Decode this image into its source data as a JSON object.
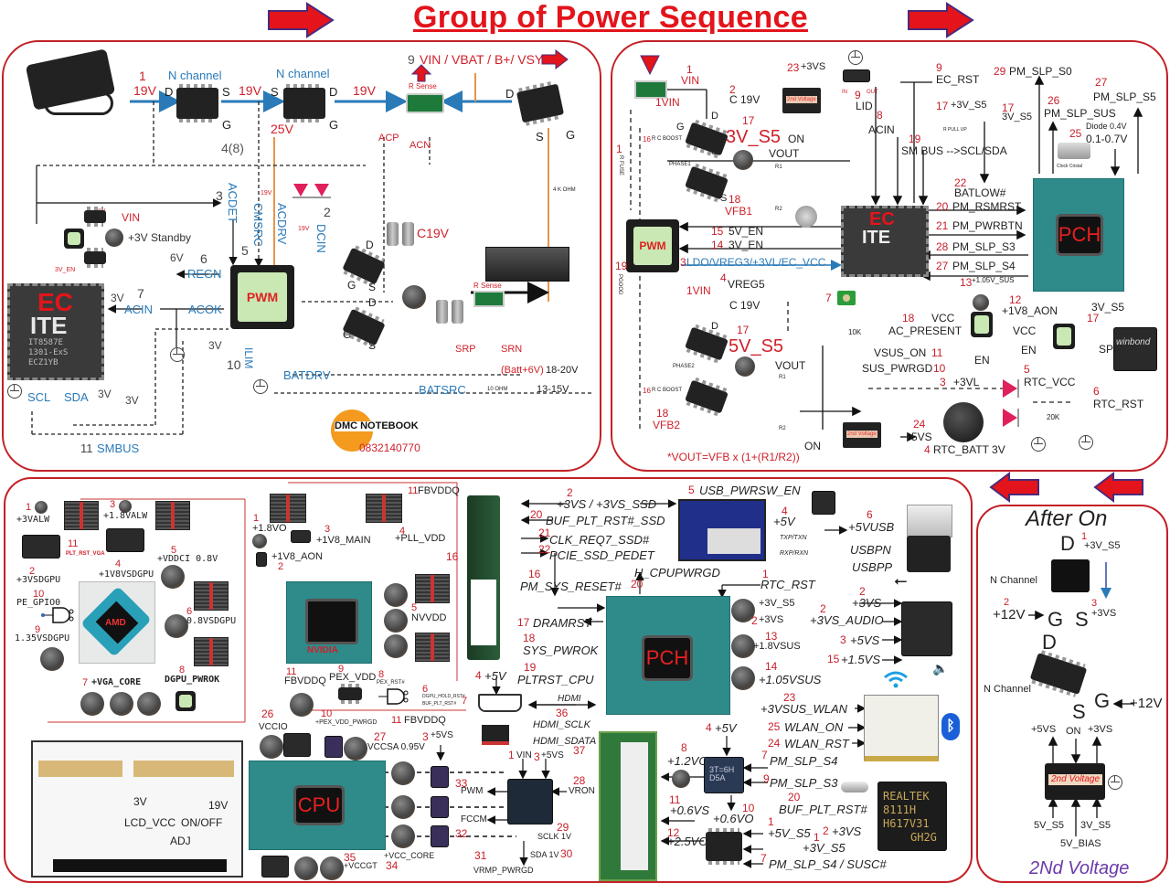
{
  "title": "Group of Power Sequence",
  "colors": {
    "accent_red": "#e3141b",
    "panel_border": "#c32026",
    "label_blue": "#2a7ab8",
    "step_number_red": "#c8202a"
  },
  "panel1": {
    "name": "charger-section",
    "adapter_voltage": "19V",
    "step1": "1",
    "mosfet1": {
      "type": "N channel",
      "pins": [
        "D",
        "S",
        "G"
      ]
    },
    "mosfet2": {
      "type": "N channel",
      "pins": [
        "S",
        "D",
        "G"
      ]
    },
    "between_voltage": "19V",
    "after_voltage": "19V",
    "gate_voltage": "25V",
    "gate_step": "4(8)",
    "vsys_step": "9",
    "vsys_label": "VIN / VBAT / B+/ VSYS",
    "rsense_label": "R Sense",
    "acp": "ACP",
    "acn": "ACN",
    "acdet_step": "3",
    "acdet": "ACDET",
    "cmsrc": "CMSRC",
    "cmsrc_v": "19V",
    "acdrv": "ACDRV",
    "dcin_step": "2",
    "dcin": "DCIN",
    "dcin_v": "19V",
    "c19v": "C19V",
    "res_4k": "4 K OHM",
    "vin_small": "VIN",
    "vin": "VIN",
    "standby": "+3V Standby",
    "en3v": "3V_EN",
    "pwm_step": "5",
    "pwm_label": "PWM",
    "regn_step": "6",
    "regn_v": "6V",
    "regn": "REGN",
    "acin_step": "7",
    "acin_v": "3V",
    "acin": "ACIN",
    "acok": "ACOK",
    "ec_label": "EC",
    "ec_brand": "ITE",
    "ec_part": [
      "IT8587E",
      "1301-ExS",
      "ECZ1YB"
    ],
    "ilim_v": "3V",
    "ilim_step": "10",
    "ilim": "ILIM",
    "batdrv": "BATDRV",
    "batsrc": "BATSRC",
    "res_10": "10 OHM",
    "batt_v1_label": "(Batt+6V)",
    "batt_v1": "18-20V",
    "batt_v2": "13-15V",
    "rsense2": "R Sense",
    "srp": "SRP",
    "srn": "SRN",
    "scl": "SCL",
    "sda": "SDA",
    "pull_v1": "3V",
    "pull_v2": "3V",
    "smbus_step": "11",
    "smbus": "SMBUS",
    "logo_text": "DMC NOTEBOOK",
    "logo_phone": "0832140770"
  },
  "panel2": {
    "name": "standby-section",
    "vin_step": "1",
    "vin": "VIN",
    "vin1": "1VIN",
    "c19v_step": "2",
    "c19v": "C 19V",
    "rfuse_step": "1",
    "rfuse": "R FUSE",
    "rcboost1_step": "16",
    "rcboost": "R C BOOST",
    "phase1": "PHASE1",
    "s5_3v_step": "17",
    "s5_3v": "3V_S5",
    "vout": "VOUT",
    "on": "ON",
    "vs3_step": "23",
    "vs3": "+3VS",
    "second_voltage": "2nd Voltage",
    "vfb1_step": "18",
    "vfb1": "VFB1",
    "en5v_step": "15",
    "en5v": "5V_EN",
    "en3v_step": "14",
    "en3v": "3V_EN",
    "ldo_step": "3",
    "ldo": "LDO/VREG3/+3VL/EC_VCC",
    "pgood_step": "19",
    "pgood": "PGOOD",
    "vreg5_step": "4",
    "vreg5": "VREG5",
    "vin2": "1VIN",
    "c19v2": "C 19V",
    "s5_5v_step": "17",
    "s5_5v": "5V_S5",
    "phase2": "PHASE2",
    "rcboost2_step": "16",
    "vfb2_step": "18",
    "vfb2": "VFB2",
    "vout2": "VOUT",
    "r1": "R1",
    "r2": "R2",
    "formula": "*VOUT=VFB x (1+(R1/R2))",
    "on2": "ON",
    "vs5_step": "24",
    "vs5": "+5VS",
    "lid_step": "9",
    "lid": "LID",
    "lid_in": "IN",
    "lid_out": "OUT",
    "acin_step": "8",
    "acin": "ACIN",
    "ecrst_step": "9",
    "ecrst": "EC_RST",
    "smbus_step": "19",
    "smbus": "SM BUS -->SCL/SDA",
    "pull3v_step": "17",
    "pull3v": "+3V_S5",
    "pullup": "R PULL UP",
    "s5b_step": "17",
    "s5b": "3V_S5",
    "slps0_step": "29",
    "slps0": "PM_SLP_S0",
    "slpsus_step": "26",
    "slpsus": "PM_SLP_SUS",
    "slps5_step": "27",
    "slps5": "PM_SLP_S5",
    "diode": "Diode 0.4V",
    "crystal_step": "25",
    "crystal_v": "0.1-0.7V",
    "crystal": "Clock Cristal",
    "batlow_step": "22",
    "batlow": "BATLOW#",
    "rsmrst_step": "20",
    "rsmrst": "PM_RSMRST",
    "pwrbtn_step": "21",
    "pwrbtn": "PM_PWRBTN",
    "slps3_step": "28",
    "slps3": "PM_SLP_S3",
    "slps4_step": "27",
    "slps4": "PM_SLP_S4",
    "sus105_step": "13",
    "sus105": "+1.05V_SUS",
    "aon_step": "12",
    "aon": "+1V8_AON",
    "pwrbtn_key_step": "7",
    "r10k": "10K",
    "acpresent_step": "18",
    "acpresent": "AC_PRESENT",
    "vsuson": "VSUS_ON",
    "vsuson_step": "11",
    "suspwrgd": "SUS_PWRGD",
    "suspwrgd_step": "10",
    "vcc1": "VCC",
    "en1": "EN",
    "vcc2": "VCC",
    "en2": "EN",
    "s5c": "3V_S5",
    "s5c_step": "17",
    "spi": "SPI",
    "spi_brand": "winbond",
    "vl3_step": "3",
    "vl3": "+3VL",
    "rtcvcc_step": "5",
    "rtcvcc": "RTC_VCC",
    "rtcrst_step": "6",
    "rtcrst": "RTC_RST",
    "r20k": "20K",
    "rtcbatt_step": "4",
    "rtcbatt": "RTC_BATT 3V",
    "ec_label": "EC",
    "ec_brand": "ITE",
    "pch": "PCH",
    "pwm": "PWM"
  },
  "panel3": {
    "name": "main-board-section",
    "gpu": {
      "chip": "AMD",
      "items": [
        {
          "step": "1",
          "label": "+3VALW"
        },
        {
          "step": "3",
          "label": "+1.8VALW"
        },
        {
          "step": "11",
          "label": "PLT_RST_VGA"
        },
        {
          "step": "2",
          "label": "+3VSDGPU"
        },
        {
          "step": "4",
          "label": "+1V8VSDGPU"
        },
        {
          "step": "5",
          "label": "+VDDCI 0.8V"
        },
        {
          "step": "10",
          "label": "PE_GPIO0"
        },
        {
          "step": "6",
          "label": "0.8VSDGPU"
        },
        {
          "step": "9",
          "label": "1.35VSDGPU"
        },
        {
          "step": "7",
          "label": "+VGA_CORE"
        },
        {
          "step": "8",
          "label": "DGPU_PWROK"
        }
      ]
    },
    "nvidia": {
      "chip": "NVIDIA",
      "items": [
        {
          "step": "1",
          "label": "+1.8VO"
        },
        {
          "step": "2",
          "label": "+1V8_AON"
        },
        {
          "step": "3",
          "label": "+1V8_MAIN"
        },
        {
          "step": "4",
          "label": "+PLL_VDD"
        },
        {
          "step": "11",
          "label": "FBVDDQ"
        },
        {
          "step": "5",
          "label": "NVVDD"
        },
        {
          "step": "11",
          "label": "FBVDDQ"
        },
        {
          "step": "9",
          "label": "PEX_VDD"
        },
        {
          "step": "8",
          "label": "PEX_RST#"
        },
        {
          "step": "6",
          "label": "DGPU_HOLD_RST#"
        },
        {
          "step": "7",
          "label": "BUF_PLT_RST#"
        },
        {
          "step": "10",
          "label": "+PEX_VDD_PWRGD"
        },
        {
          "step": "11",
          "label": "FBVDDQ"
        }
      ]
    },
    "lcd": {
      "v3": "3V",
      "lcd_vcc": "LCD_VCC",
      "onoff": "ON/OFF",
      "v19": "19V",
      "adj": "ADJ"
    },
    "cpu": {
      "chip": "CPU",
      "items": [
        {
          "step": "26",
          "label": "VCCIO"
        },
        {
          "step": "27",
          "label": "VCCSA 0.95V"
        },
        {
          "step": "3",
          "label": "+5VS"
        },
        {
          "step": "1",
          "label": "VIN"
        },
        {
          "step": "3",
          "label": "+5VS"
        },
        {
          "step": "33",
          "label": "PWM"
        },
        {
          "step": "28",
          "label": "VRON"
        },
        {
          "step": "",
          "label": "FCCM"
        },
        {
          "step": "32",
          "label": ""
        },
        {
          "step": "29",
          "label": "SCLK 1V"
        },
        {
          "step": "30",
          "label": "SDA 1V"
        },
        {
          "step": "31",
          "label": "VRMP_PWRGD"
        },
        {
          "step": "35",
          "label": "+VCCGT"
        },
        {
          "step": "34",
          "label": "+VCC_CORE"
        }
      ]
    },
    "pch": {
      "chip": "PCH",
      "items": [
        {
          "step": "2",
          "label": "+3VS / +3VS_SSD"
        },
        {
          "step": "20",
          "label": "BUF_PLT_RST#_SSD"
        },
        {
          "step": "21",
          "label": "CLK_REQ7_SSD#"
        },
        {
          "step": "22",
          "label": "PCIE_SSD_PEDET"
        },
        {
          "step": "16",
          "label": "PM_SYS_RESET#"
        },
        {
          "step": "20",
          "label": "H_CPUPWRGD"
        },
        {
          "step": "1",
          "label": "RTC_RST"
        },
        {
          "step": "17",
          "label": "DRAMRST"
        },
        {
          "step": "18",
          "label": "SYS_PWROK"
        },
        {
          "step": "19",
          "label": "PLTRST_CPU"
        },
        {
          "step": "4",
          "label": "+5V"
        },
        {
          "step": "36",
          "label": "HDMI"
        },
        {
          "step": "",
          "label": "HDMI_SCLK"
        },
        {
          "step": "37",
          "label": "HDMI_SDATA"
        },
        {
          "step": "",
          "label": "+3V_S5"
        },
        {
          "step": "2",
          "label": "+3VS"
        },
        {
          "step": "13",
          "label": "+1.8VSUS"
        },
        {
          "step": "14",
          "label": "+1.05VSUS"
        }
      ]
    },
    "usb": {
      "items": [
        {
          "step": "5",
          "label": "USB_PWRSW_EN"
        },
        {
          "step": "4",
          "label": "+5V"
        },
        {
          "step": "6",
          "label": "+5VUSB"
        },
        {
          "step": "",
          "label": "USBPN"
        },
        {
          "step": "",
          "label": "USBPP"
        },
        {
          "step": "",
          "label": "TXP/TXN"
        },
        {
          "step": "",
          "label": "RXP/RXN"
        }
      ]
    },
    "audio": {
      "items": [
        {
          "step": "2",
          "label": "+3VS"
        },
        {
          "step": "2",
          "label": "+3VS_AUDIO"
        },
        {
          "step": "3",
          "label": "+5VS"
        },
        {
          "step": "15",
          "label": "+1.5VS"
        }
      ]
    },
    "wlan": {
      "items": [
        {
          "step": "23",
          "label": "+3VSUS_WLAN"
        },
        {
          "step": "25",
          "label": "WLAN_ON"
        },
        {
          "step": "24",
          "label": "WLAN_RST"
        }
      ]
    },
    "ram": {
      "items": [
        {
          "step": "4",
          "label": "+5V"
        },
        {
          "step": "8",
          "label": "+1.2VO"
        },
        {
          "step": "7",
          "label": "PM_SLP_S4"
        },
        {
          "step": "9",
          "label": "PM_SLP_S3"
        },
        {
          "step": "11",
          "label": "+0.6VS"
        },
        {
          "step": "10",
          "label": "+0.6VO"
        },
        {
          "step": "12",
          "label": "+2.5VO"
        },
        {
          "step": "1",
          "label": "+5V_S5"
        },
        {
          "step": "1",
          "label": "+3V_S5"
        },
        {
          "step": "7",
          "label": "PM_SLP_S4 / SUSC#"
        }
      ],
      "chip_marking": "3T=6H D5A"
    },
    "lan": {
      "chip": [
        "REALTEK",
        "8111H",
        "H617V31",
        "GH2G"
      ],
      "items": [
        {
          "step": "20",
          "label": "BUF_PLT_RST#"
        },
        {
          "step": "2",
          "label": "+3VS"
        }
      ]
    }
  },
  "panel4": {
    "title": "After On",
    "mosfet1": {
      "type": "N Channel",
      "d": "D",
      "g": "G",
      "s": "S",
      "in_step": "1",
      "in": "+3V_S5",
      "gate_step": "2",
      "gate": "+12V",
      "out_step": "3",
      "out": "+3VS"
    },
    "mosfet2": {
      "type": "N Channel",
      "d": "D",
      "g": "G",
      "s": "S",
      "gate": "+12V"
    },
    "chip": {
      "label": "2nd Voltage",
      "out1": "+5VS",
      "on": "ON",
      "out2": "+3VS",
      "in1": "5V_S5",
      "in2": "3V_S5",
      "bias": "5V_BIAS"
    },
    "footer": "2Nd Voltage"
  }
}
